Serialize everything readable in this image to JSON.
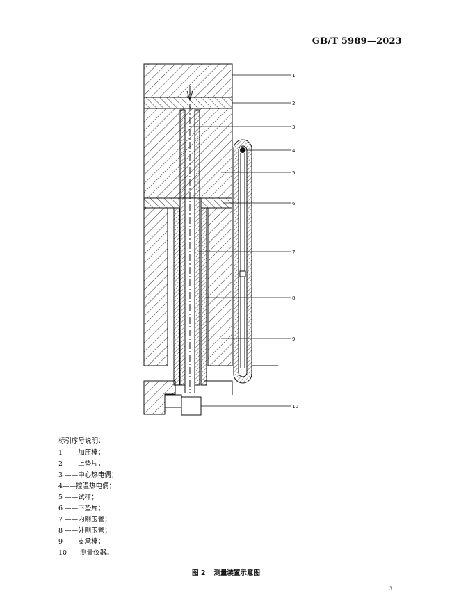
{
  "header": {
    "standard_code": "GB/T 5989—2023"
  },
  "figure": {
    "callouts": [
      "1",
      "2",
      "3",
      "4",
      "5",
      "6",
      "7",
      "8",
      "9",
      "10"
    ],
    "caption_number": "图 2",
    "caption_title": "测量装置示意图"
  },
  "legend": {
    "title": "标引序号说明：",
    "items": [
      {
        "num": "1 ",
        "dash": "——",
        "text": "加压棒；"
      },
      {
        "num": "2 ",
        "dash": "——",
        "text": "上垫片；"
      },
      {
        "num": "3 ",
        "dash": "——",
        "text": "中心热电偶；"
      },
      {
        "num": "4",
        "dash": "——",
        "text": "控温热电偶；"
      },
      {
        "num": "5 ",
        "dash": "——",
        "text": "试样；"
      },
      {
        "num": "6 ",
        "dash": "——",
        "text": "下垫片；"
      },
      {
        "num": "7 ",
        "dash": "——",
        "text": "内刚玉管；"
      },
      {
        "num": "8 ",
        "dash": "——",
        "text": "外刚玉管；"
      },
      {
        "num": "9 ",
        "dash": "——",
        "text": "支承棒；"
      },
      {
        "num": "10",
        "dash": "——",
        "text": "测量仪器。"
      }
    ]
  },
  "footer": {
    "page_number": "3"
  }
}
